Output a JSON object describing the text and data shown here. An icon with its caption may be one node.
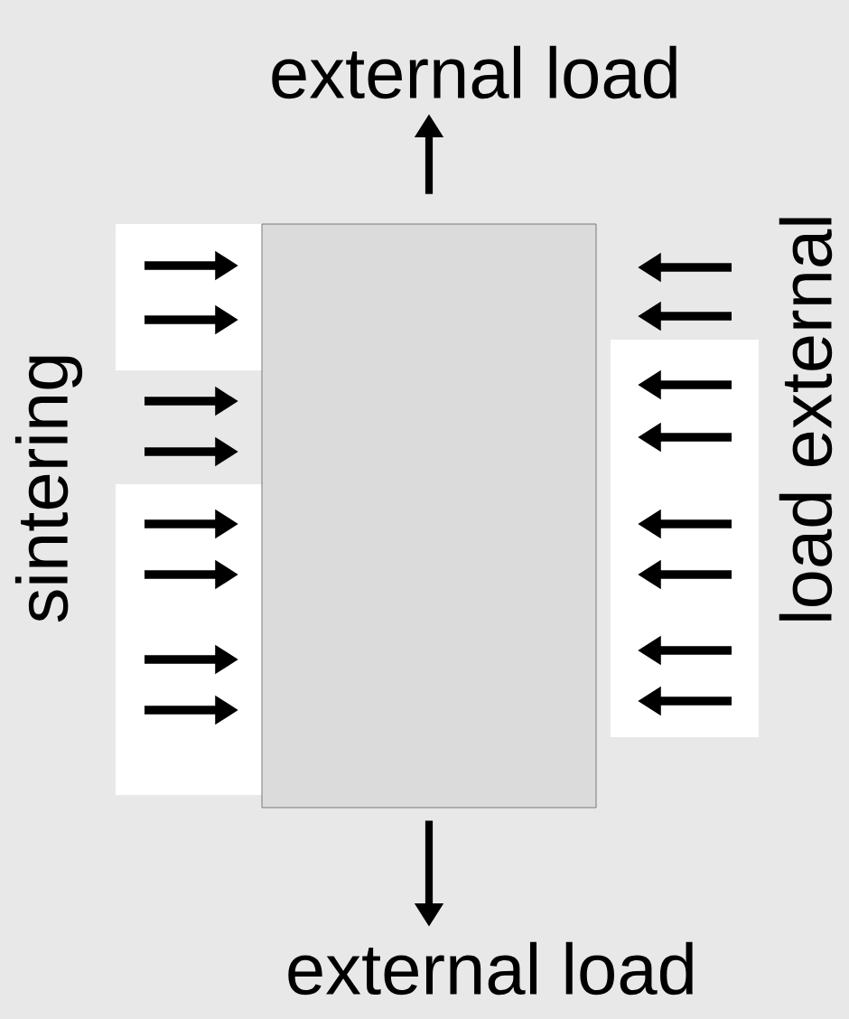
{
  "diagram": {
    "nodes": [
      {
        "text": [],
        "shape": "box"
      },
      {
        "text": [
          "external load"
        ]
      },
      {
        "text": [
          "external load"
        ]
      }
    ],
    "edges": [
      {
        "from": 0,
        "to": 1,
        "arrow": "to"
      },
      {
        "from": 0,
        "to": 2,
        "arrow": "to"
      }
    ],
    "labels": [
      "sintering",
      "load external"
    ]
  }
}
